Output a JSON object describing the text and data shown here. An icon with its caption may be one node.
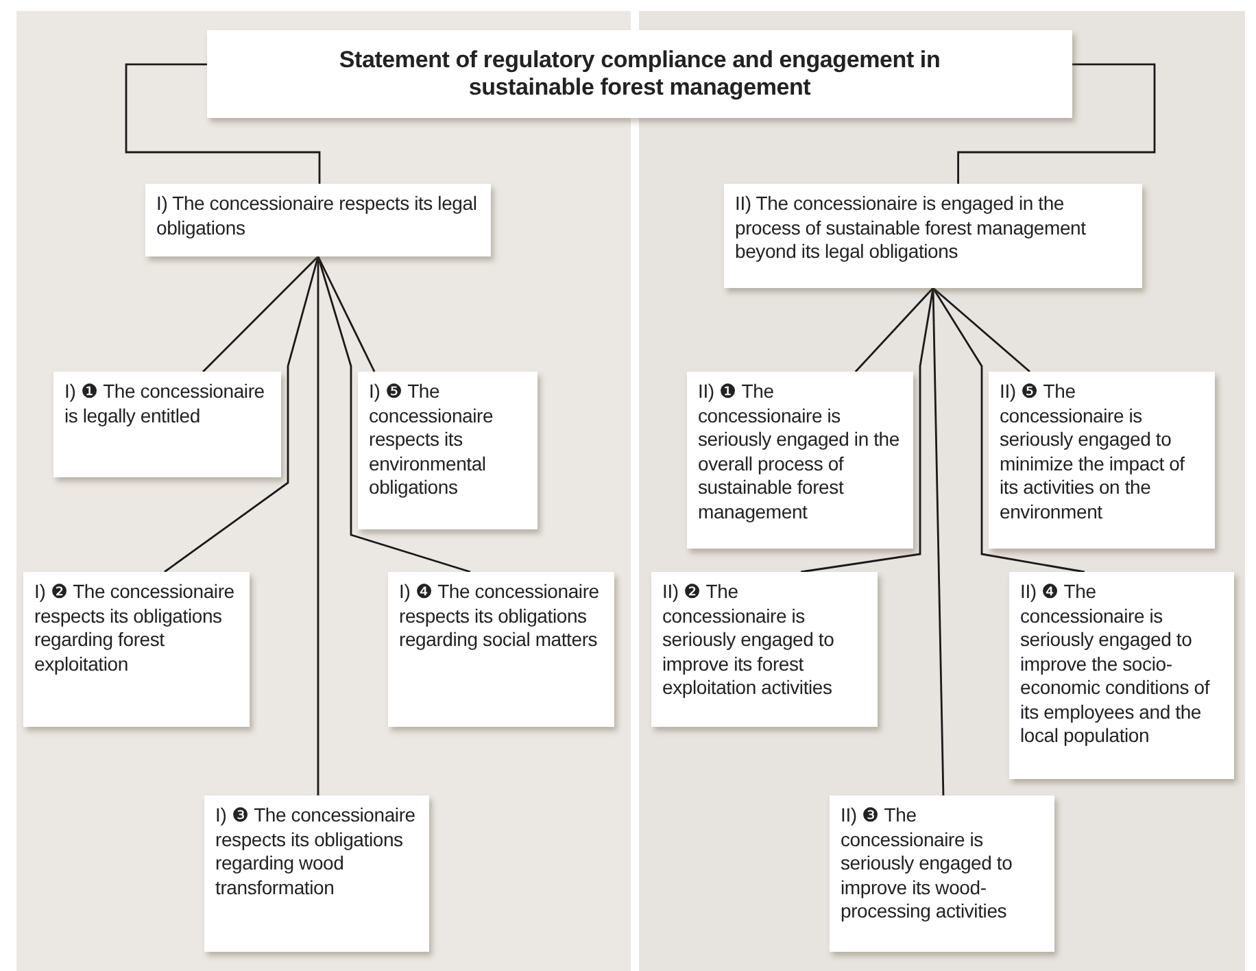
{
  "diagram": {
    "nodes": [
      {
        "text": [
          "Statement of regulatory compliance and engagement in sustainable forest management"
        ]
      },
      {
        "text": [
          "I) The concessionaire respects its legal obligations"
        ]
      },
      {
        "text": [
          "I) ❶ The concessionaire is legally entitled"
        ]
      },
      {
        "text": [
          "I) ❷ The concessionaire respects its obligations regarding forest exploitation"
        ]
      },
      {
        "text": [
          "I) ❸ The concessionaire respects its obligations regarding wood transformation"
        ]
      },
      {
        "text": [
          "I) ❹ The concessionaire respects its obligations regarding social matters"
        ]
      },
      {
        "text": [
          "I) ❺ The concessionaire respects its environmental obligations"
        ]
      },
      {
        "text": [
          "II) The concessionaire is engaged in the process of sustainable forest management beyond its legal obligations"
        ]
      },
      {
        "text": [
          "II) ❶ The concessionaire is seriously engaged in the overall process of sustainable forest management"
        ]
      },
      {
        "text": [
          "II) ❷ The concessionaire is seriously engaged to improve its forest exploitation activities"
        ]
      },
      {
        "text": [
          "II) ❸ The concessionaire is seriously engaged to improve its wood-processing activities"
        ]
      },
      {
        "text": [
          "II) ❹ The concessionaire is seriously engaged to improve the socio-economic conditions of its employees and the local population"
        ]
      },
      {
        "text": [
          "II) ❺ The concessionaire is seriously engaged to minimize the impact of its activities on the environment"
        ]
      }
    ],
    "edges": [
      {
        "from": 0,
        "to": 1,
        "arrow": "none"
      },
      {
        "from": 0,
        "to": 7,
        "arrow": "none"
      },
      {
        "from": 1,
        "to": 2,
        "arrow": "none"
      },
      {
        "from": 1,
        "to": 3,
        "arrow": "none"
      },
      {
        "from": 1,
        "to": 4,
        "arrow": "none"
      },
      {
        "from": 1,
        "to": 6,
        "arrow": "none"
      },
      {
        "from": 1,
        "to": 5,
        "arrow": "none"
      },
      {
        "from": 7,
        "to": 8,
        "arrow": "none"
      },
      {
        "from": 7,
        "to": 9,
        "arrow": "none"
      },
      {
        "from": 7,
        "to": 10,
        "arrow": "none"
      },
      {
        "from": 7,
        "to": 12,
        "arrow": "none"
      },
      {
        "from": 7,
        "to": 11,
        "arrow": "none"
      }
    ]
  }
}
